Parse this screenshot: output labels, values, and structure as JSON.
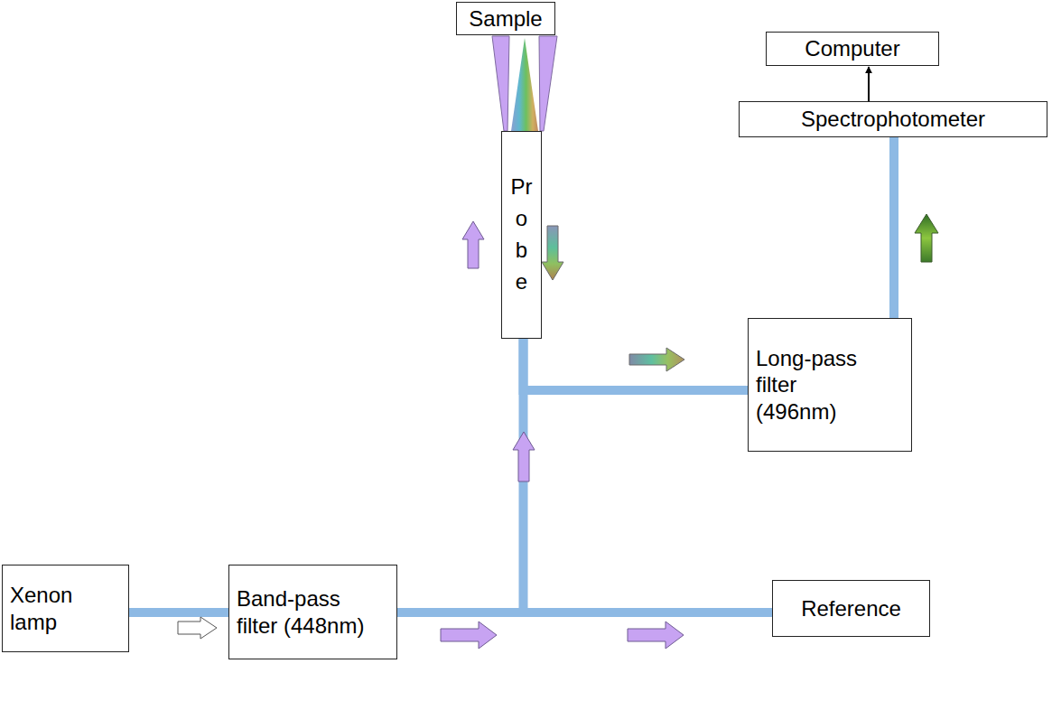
{
  "diagram": {
    "nodes": [
      {
        "text": [
          "Sample"
        ]
      },
      {
        "text": [
          "Computer"
        ]
      },
      {
        "text": [
          "Spectrophotometer"
        ]
      },
      {
        "text": [
          "Probe"
        ]
      },
      {
        "text": [
          "Long-pass filter (496nm)"
        ]
      },
      {
        "text": [
          "Xenon lamp"
        ]
      },
      {
        "text": [
          "Band-pass filter (448nm)"
        ]
      },
      {
        "text": [
          "Reference"
        ]
      }
    ],
    "edges": [
      {
        "from": 5,
        "to": 6,
        "arrow": "none"
      },
      {
        "from": 6,
        "to": 7,
        "arrow": "none"
      },
      {
        "from": 6,
        "to": 3,
        "arrow": "none"
      },
      {
        "from": 3,
        "to": 4,
        "arrow": "none"
      },
      {
        "from": 4,
        "to": 2,
        "arrow": "none"
      },
      {
        "from": 2,
        "to": 1,
        "arrow": "to"
      }
    ]
  }
}
